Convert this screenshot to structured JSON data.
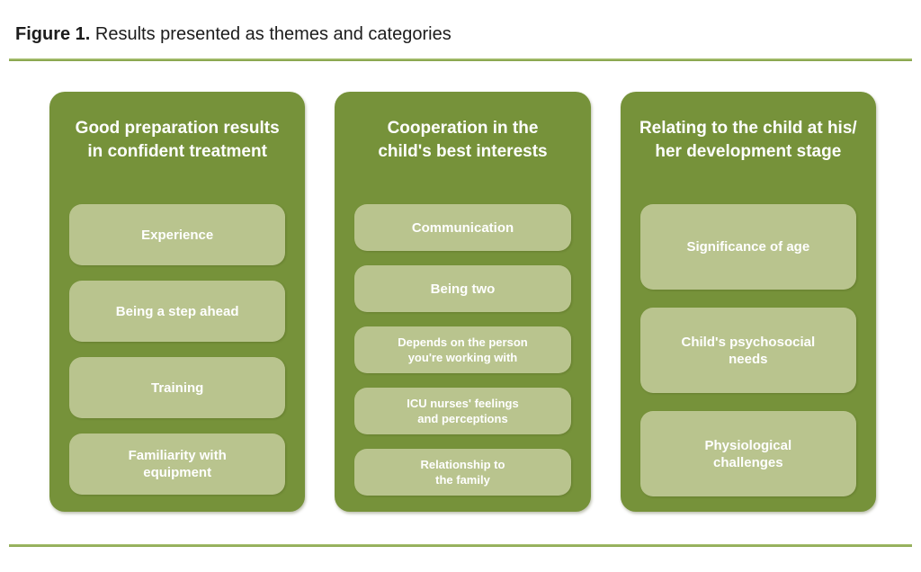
{
  "figure": {
    "label": "Figure 1.",
    "caption": " Results presented as themes and categories"
  },
  "columns": [
    {
      "title": "Good preparation results\nin confident treatment",
      "items": [
        "Experience",
        "Being a step ahead",
        "Training",
        "Familiarity with\nequipment"
      ]
    },
    {
      "title": "Cooperation in the\nchild's best interests",
      "items": [
        "Communication",
        "Being two",
        "Depends on the person\nyou're working with",
        "ICU nurses' feelings\nand perceptions",
        "Relationship to\nthe family"
      ]
    },
    {
      "title": "Relating to the child at his/\nher development stage",
      "items": [
        "Significance of age",
        "Child's psychosocial\nneeds",
        "Physiological\nchallenges"
      ]
    }
  ],
  "colors": {
    "column_background": "#76923a",
    "category_background": "#b9c48e",
    "divider_green": "#8aa74b",
    "category_text": "#ffffff",
    "caption_text": "#1c1c1c"
  }
}
